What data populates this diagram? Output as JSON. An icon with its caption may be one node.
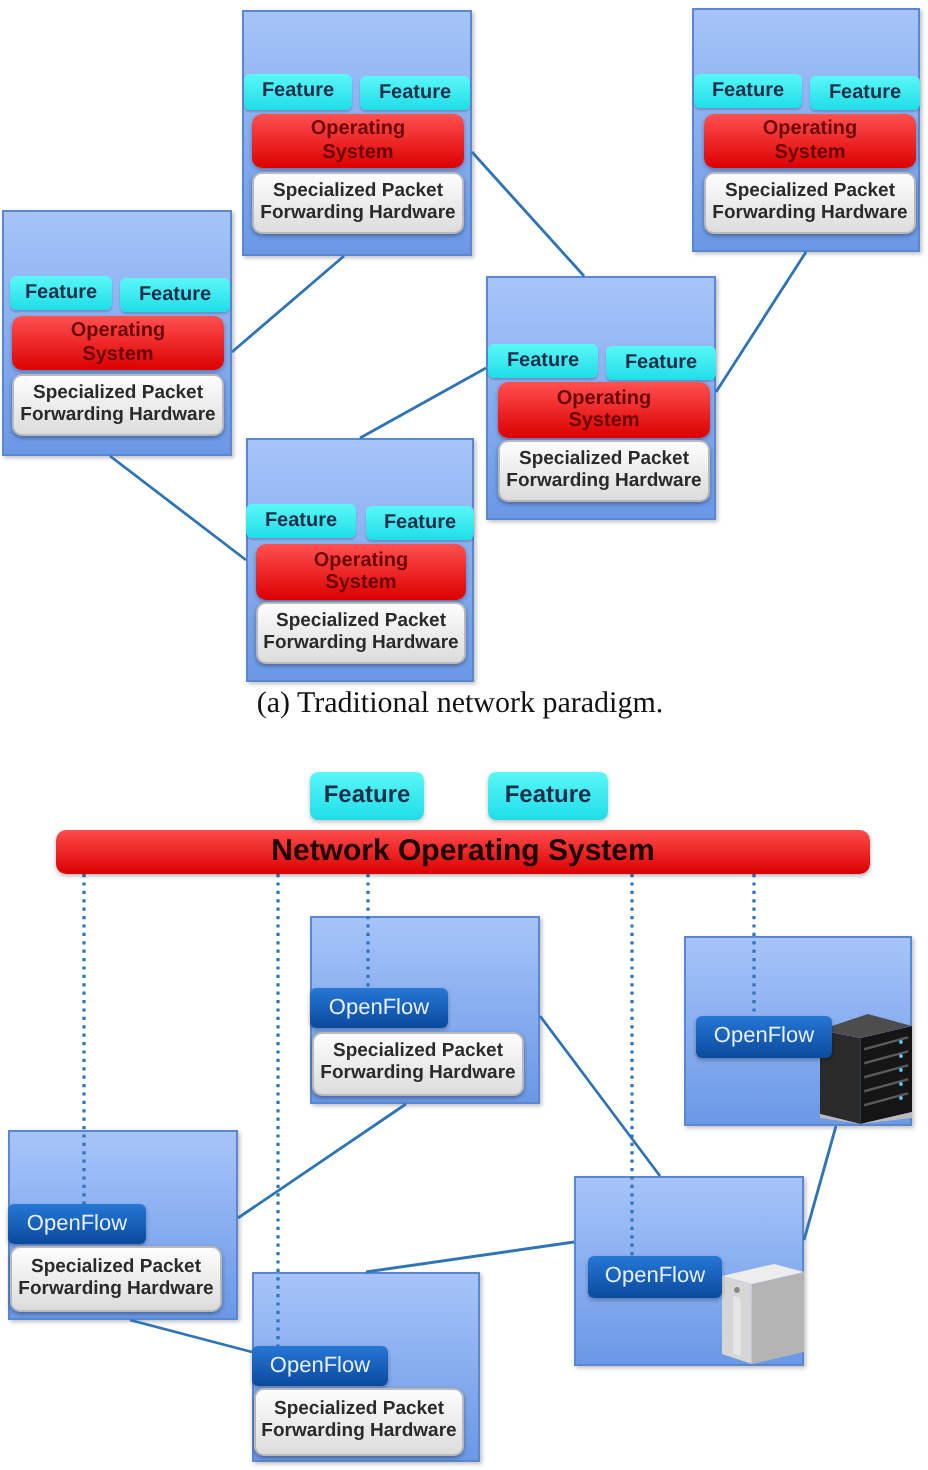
{
  "diagram": {
    "nodes": [
      {
        "text": [],
        "shape": "box"
      },
      {
        "text": [
          "Feature"
        ],
        "in": 0
      },
      {
        "text": [
          "Feature"
        ],
        "in": 0
      },
      {
        "text": [
          "Operating System"
        ],
        "in": 0
      },
      {
        "text": [
          "Specialized Packet Forwarding Hardware"
        ],
        "in": 0
      },
      {
        "text": [],
        "shape": "box"
      },
      {
        "text": [
          "Feature"
        ],
        "in": 5
      },
      {
        "text": [
          "Feature"
        ],
        "in": 5
      },
      {
        "text": [
          "Operating System"
        ],
        "in": 5
      },
      {
        "text": [
          "Specialized Packet Forwarding Hardware"
        ],
        "in": 5
      },
      {
        "text": [],
        "shape": "box"
      },
      {
        "text": [
          "Feature"
        ],
        "in": 10
      },
      {
        "text": [
          "Feature"
        ],
        "in": 10
      },
      {
        "text": [
          "Operating System"
        ],
        "in": 10
      },
      {
        "text": [
          "Specialized Packet Forwarding Hardware"
        ],
        "in": 10
      },
      {
        "text": [],
        "shape": "box"
      },
      {
        "text": [
          "Feature"
        ],
        "in": 15
      },
      {
        "text": [
          "Feature"
        ],
        "in": 15
      },
      {
        "text": [
          "Operating System"
        ],
        "in": 15
      },
      {
        "text": [
          "Specialized Packet Forwarding Hardware"
        ],
        "in": 15
      },
      {
        "text": [],
        "shape": "box"
      },
      {
        "text": [
          "Feature"
        ],
        "in": 20
      },
      {
        "text": [
          "Feature"
        ],
        "in": 20
      },
      {
        "text": [
          "Operating System"
        ],
        "in": 20
      },
      {
        "text": [
          "Specialized Packet Forwarding Hardware"
        ],
        "in": 20
      },
      {
        "text": [
          "Feature"
        ]
      },
      {
        "text": [
          "Feature"
        ]
      },
      {
        "text": [
          "Network Operating System"
        ]
      },
      {
        "text": [],
        "shape": "box"
      },
      {
        "text": [
          "OpenFlow"
        ],
        "in": 28
      },
      {
        "text": [
          "Specialized Packet Forwarding Hardware"
        ],
        "in": 28
      },
      {
        "text": [],
        "shape": "box"
      },
      {
        "text": [
          "OpenFlow"
        ],
        "in": 31
      },
      {
        "text": [],
        "shape": "box"
      },
      {
        "text": [
          "OpenFlow"
        ],
        "in": 33
      },
      {
        "text": [
          "Specialized Packet Forwarding Hardware"
        ],
        "in": 33
      },
      {
        "text": [],
        "shape": "box"
      },
      {
        "text": [
          "OpenFlow"
        ],
        "in": 36
      },
      {
        "text": [],
        "shape": "box"
      },
      {
        "text": [
          "OpenFlow"
        ],
        "in": 38
      },
      {
        "text": [
          "Specialized Packet Forwarding Hardware"
        ],
        "in": 38
      }
    ],
    "edges": [
      {
        "from": 0,
        "to": 10,
        "arrow": "none"
      },
      {
        "from": 0,
        "to": 15,
        "arrow": "none"
      },
      {
        "from": 5,
        "to": 15,
        "arrow": "none"
      },
      {
        "from": 10,
        "to": 20,
        "arrow": "none"
      },
      {
        "from": 15,
        "to": 20,
        "arrow": "none"
      },
      {
        "from": 28,
        "to": 36,
        "arrow": "none"
      },
      {
        "from": 28,
        "to": 33,
        "arrow": "none"
      },
      {
        "from": 31,
        "to": 36,
        "arrow": "none"
      },
      {
        "from": 33,
        "to": 38,
        "arrow": "none"
      },
      {
        "from": 36,
        "to": 38,
        "arrow": "none"
      },
      {
        "from": 27,
        "to": 34,
        "arrow": "none",
        "style": "dashed"
      },
      {
        "from": 27,
        "to": 39,
        "arrow": "none",
        "style": "dashed"
      },
      {
        "from": 27,
        "to": 29,
        "arrow": "none",
        "style": "dashed"
      },
      {
        "from": 27,
        "to": 37,
        "arrow": "none",
        "style": "dashed"
      },
      {
        "from": 27,
        "to": 32,
        "arrow": "none",
        "style": "dashed"
      }
    ],
    "labels": [
      "(a) Traditional network paradigm."
    ]
  }
}
